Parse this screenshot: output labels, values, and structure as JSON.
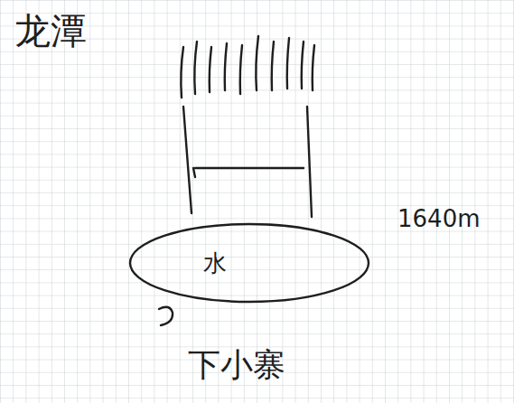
{
  "diagram": {
    "title": "龙潭",
    "nodes": [
      {
        "text": [
          "水"
        ]
      }
    ],
    "labels": [
      "1640m",
      "下小寨"
    ]
  }
}
